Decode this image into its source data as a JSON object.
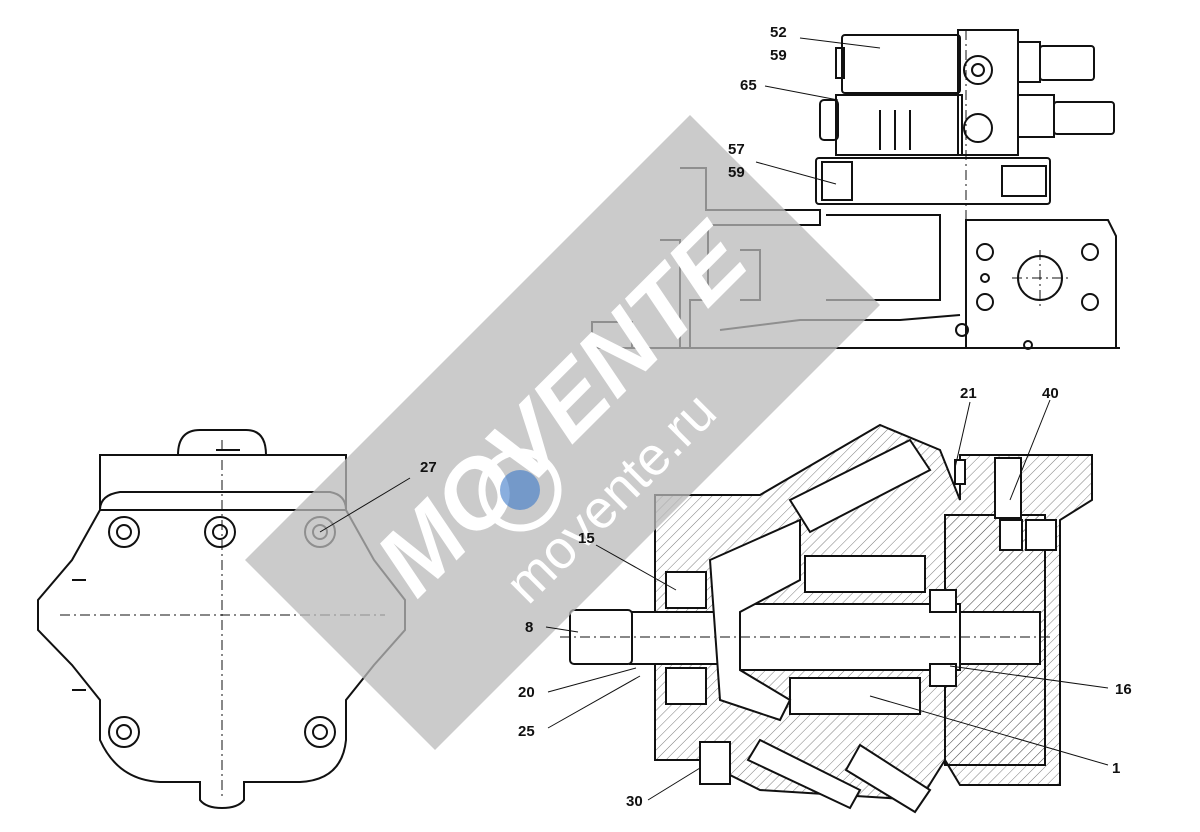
{
  "callouts": {
    "c52": "52",
    "c59a": "59",
    "c65": "65",
    "c57": "57",
    "c59b": "59",
    "c21": "21",
    "c40": "40",
    "c27": "27",
    "c15": "15",
    "c8": "8",
    "c16": "16",
    "c20": "20",
    "c25": "25",
    "c1": "1",
    "c30": "30"
  },
  "watermark": {
    "brand": "MOVENTE",
    "url": "movente.ru"
  },
  "colors": {
    "line": "#111111",
    "watermark_band": "#b9b9b9",
    "watermark_text": "#ffffff",
    "watermark_accent": "#3a78c8"
  }
}
